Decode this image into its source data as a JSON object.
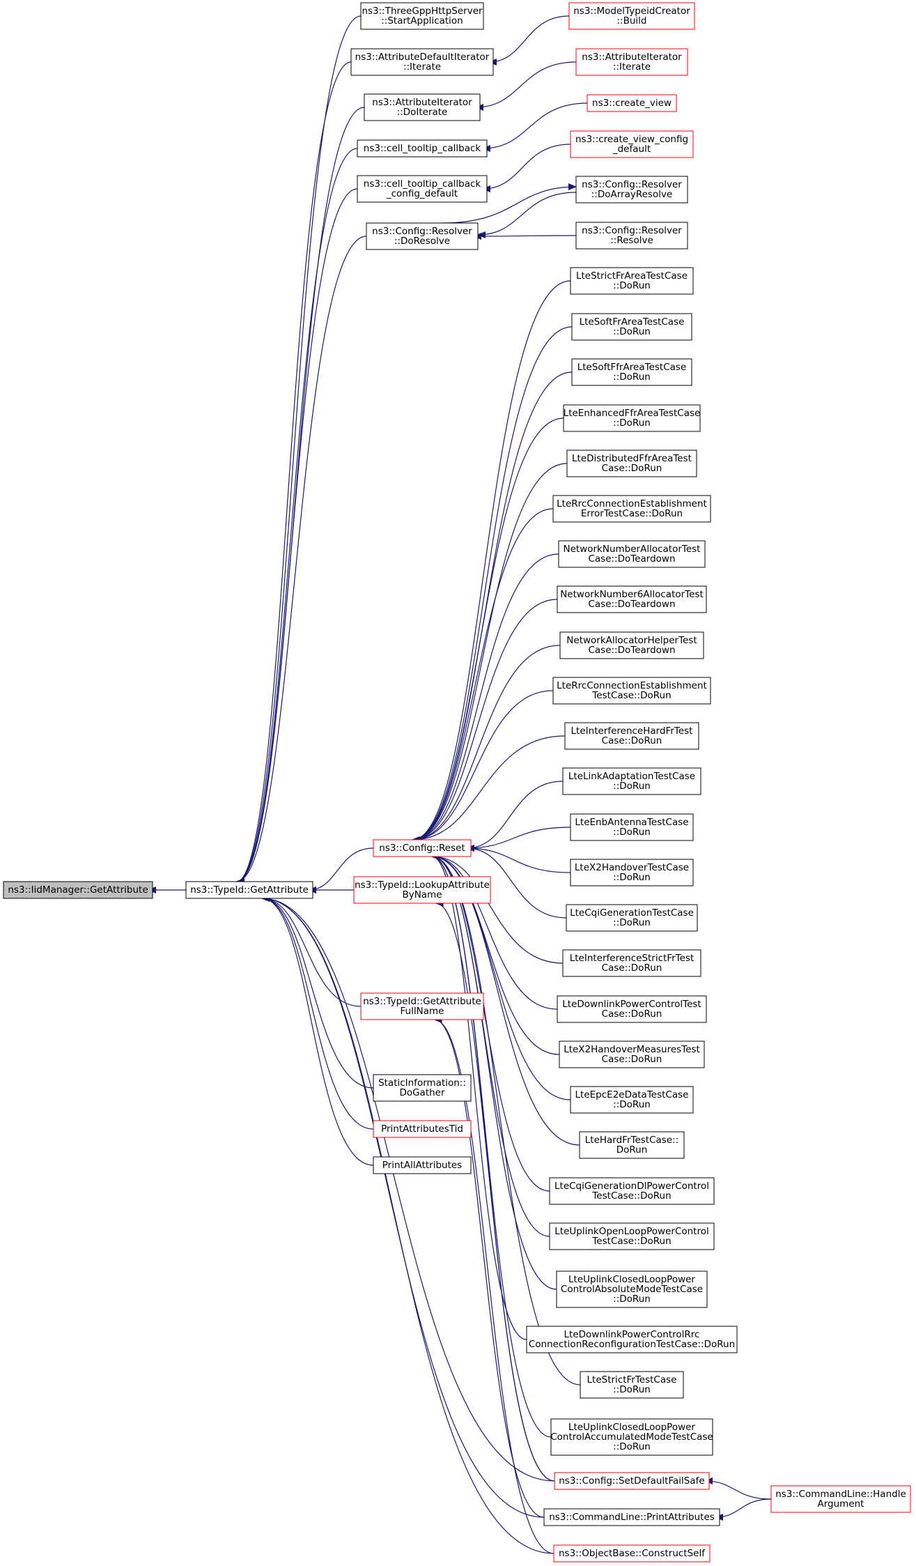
{
  "diagram": {
    "colors": {
      "edge": "#191970",
      "black_border": "#000000",
      "red_border": "#ff0000",
      "root_fill": "#bfbfbf",
      "node_fill": "#ffffff",
      "text": "#000000"
    },
    "nodes": [
      {
        "id": "root",
        "lines": [
          "ns3::IidManager::GetAttribute"
        ],
        "style": "root"
      },
      {
        "id": "typeid_getattr",
        "lines": [
          "ns3::TypeId::GetAttribute"
        ],
        "style": "black"
      },
      {
        "id": "threegpp",
        "lines": [
          "ns3::ThreeGppHttpServer",
          "::StartApplication"
        ],
        "style": "black"
      },
      {
        "id": "attr_default_iter",
        "lines": [
          "ns3::AttributeDefaultIterator",
          "::Iterate"
        ],
        "style": "black"
      },
      {
        "id": "attr_iter_doiterate",
        "lines": [
          "ns3::AttributeIterator",
          "::DoIterate"
        ],
        "style": "black"
      },
      {
        "id": "cell_tooltip",
        "lines": [
          "ns3::cell_tooltip_callback"
        ],
        "style": "black"
      },
      {
        "id": "cell_tooltip_cfg",
        "lines": [
          "ns3::cell_tooltip_callback",
          "_config_default"
        ],
        "style": "black"
      },
      {
        "id": "resolver_doresolve",
        "lines": [
          "ns3::Config::Resolver",
          "::DoResolve"
        ],
        "style": "black"
      },
      {
        "id": "model_typeid",
        "lines": [
          "ns3::ModelTypeidCreator",
          "::Build"
        ],
        "style": "red"
      },
      {
        "id": "attr_iter_iterate",
        "lines": [
          "ns3::AttributeIterator",
          "::Iterate"
        ],
        "style": "red"
      },
      {
        "id": "create_view",
        "lines": [
          "ns3::create_view"
        ],
        "style": "red"
      },
      {
        "id": "create_view_cfg",
        "lines": [
          "ns3::create_view_config",
          "_default"
        ],
        "style": "red"
      },
      {
        "id": "resolver_doarray",
        "lines": [
          "ns3::Config::Resolver",
          "::DoArrayResolve"
        ],
        "style": "black"
      },
      {
        "id": "resolver_resolve",
        "lines": [
          "ns3::Config::Resolver",
          "::Resolve"
        ],
        "style": "black"
      },
      {
        "id": "config_reset",
        "lines": [
          "ns3::Config::Reset"
        ],
        "style": "red"
      },
      {
        "id": "lookup_attr",
        "lines": [
          "ns3::TypeId::LookupAttribute",
          "ByName"
        ],
        "style": "red"
      },
      {
        "id": "getattr_fullname",
        "lines": [
          "ns3::TypeId::GetAttribute",
          "FullName"
        ],
        "style": "red"
      },
      {
        "id": "static_info",
        "lines": [
          "StaticInformation::",
          "DoGather"
        ],
        "style": "black"
      },
      {
        "id": "print_attr_tid",
        "lines": [
          "PrintAttributesTid"
        ],
        "style": "red"
      },
      {
        "id": "print_all_attr",
        "lines": [
          "PrintAllAttributes"
        ],
        "style": "black"
      },
      {
        "id": "t1",
        "lines": [
          "LteStrictFrAreaTestCase",
          "::DoRun"
        ],
        "style": "black"
      },
      {
        "id": "t2",
        "lines": [
          "LteSoftFrAreaTestCase",
          "::DoRun"
        ],
        "style": "black"
      },
      {
        "id": "t3",
        "lines": [
          "LteSoftFfrAreaTestCase",
          "::DoRun"
        ],
        "style": "black"
      },
      {
        "id": "t4",
        "lines": [
          "LteEnhancedFfrAreaTestCase",
          "::DoRun"
        ],
        "style": "black"
      },
      {
        "id": "t5",
        "lines": [
          "LteDistributedFfrAreaTest",
          "Case::DoRun"
        ],
        "style": "black"
      },
      {
        "id": "t6",
        "lines": [
          "LteRrcConnectionEstablishment",
          "ErrorTestCase::DoRun"
        ],
        "style": "black"
      },
      {
        "id": "t7",
        "lines": [
          "NetworkNumberAllocatorTest",
          "Case::DoTeardown"
        ],
        "style": "black"
      },
      {
        "id": "t8",
        "lines": [
          "NetworkNumber6AllocatorTest",
          "Case::DoTeardown"
        ],
        "style": "black"
      },
      {
        "id": "t9",
        "lines": [
          "NetworkAllocatorHelperTest",
          "Case::DoTeardown"
        ],
        "style": "black"
      },
      {
        "id": "t10",
        "lines": [
          "LteRrcConnectionEstablishment",
          "TestCase::DoRun"
        ],
        "style": "black"
      },
      {
        "id": "t11",
        "lines": [
          "LteInterferenceHardFrTest",
          "Case::DoRun"
        ],
        "style": "black"
      },
      {
        "id": "t12",
        "lines": [
          "LteLinkAdaptationTestCase",
          "::DoRun"
        ],
        "style": "black"
      },
      {
        "id": "t13",
        "lines": [
          "LteEnbAntennaTestCase",
          "::DoRun"
        ],
        "style": "black"
      },
      {
        "id": "t14",
        "lines": [
          "LteX2HandoverTestCase",
          "::DoRun"
        ],
        "style": "black"
      },
      {
        "id": "t15",
        "lines": [
          "LteCqiGenerationTestCase",
          "::DoRun"
        ],
        "style": "black"
      },
      {
        "id": "t16",
        "lines": [
          "LteInterferenceStrictFrTest",
          "Case::DoRun"
        ],
        "style": "black"
      },
      {
        "id": "t17",
        "lines": [
          "LteDownlinkPowerControlTest",
          "Case::DoRun"
        ],
        "style": "black"
      },
      {
        "id": "t18",
        "lines": [
          "LteX2HandoverMeasuresTest",
          "Case::DoRun"
        ],
        "style": "black"
      },
      {
        "id": "t19",
        "lines": [
          "LteEpcE2eDataTestCase",
          "::DoRun"
        ],
        "style": "black"
      },
      {
        "id": "t20",
        "lines": [
          "LteHardFrTestCase::",
          "DoRun"
        ],
        "style": "black"
      },
      {
        "id": "t21",
        "lines": [
          "LteCqiGenerationDlPowerControl",
          "TestCase::DoRun"
        ],
        "style": "black"
      },
      {
        "id": "t22",
        "lines": [
          "LteUplinkOpenLoopPowerControl",
          "TestCase::DoRun"
        ],
        "style": "black"
      },
      {
        "id": "t23",
        "lines": [
          "LteUplinkClosedLoopPower",
          "ControlAbsoluteModeTestCase",
          "::DoRun"
        ],
        "style": "black"
      },
      {
        "id": "t24",
        "lines": [
          "LteDownlinkPowerControlRrc",
          "ConnectionReconfigurationTestCase::DoRun"
        ],
        "style": "black"
      },
      {
        "id": "t25",
        "lines": [
          "LteStrictFrTestCase",
          "::DoRun"
        ],
        "style": "black"
      },
      {
        "id": "t26",
        "lines": [
          "LteUplinkClosedLoopPower",
          "ControlAccumulatedModeTestCase",
          "::DoRun"
        ],
        "style": "black"
      },
      {
        "id": "set_default_failsafe",
        "lines": [
          "ns3::Config::SetDefaultFailSafe"
        ],
        "style": "red"
      },
      {
        "id": "cmdline_printattr",
        "lines": [
          "ns3::CommandLine::PrintAttributes"
        ],
        "style": "black"
      },
      {
        "id": "construct_self",
        "lines": [
          "ns3::ObjectBase::ConstructSelf"
        ],
        "style": "red"
      },
      {
        "id": "cmdline_handle",
        "lines": [
          "ns3::CommandLine::Handle",
          "Argument"
        ],
        "style": "red"
      }
    ]
  }
}
